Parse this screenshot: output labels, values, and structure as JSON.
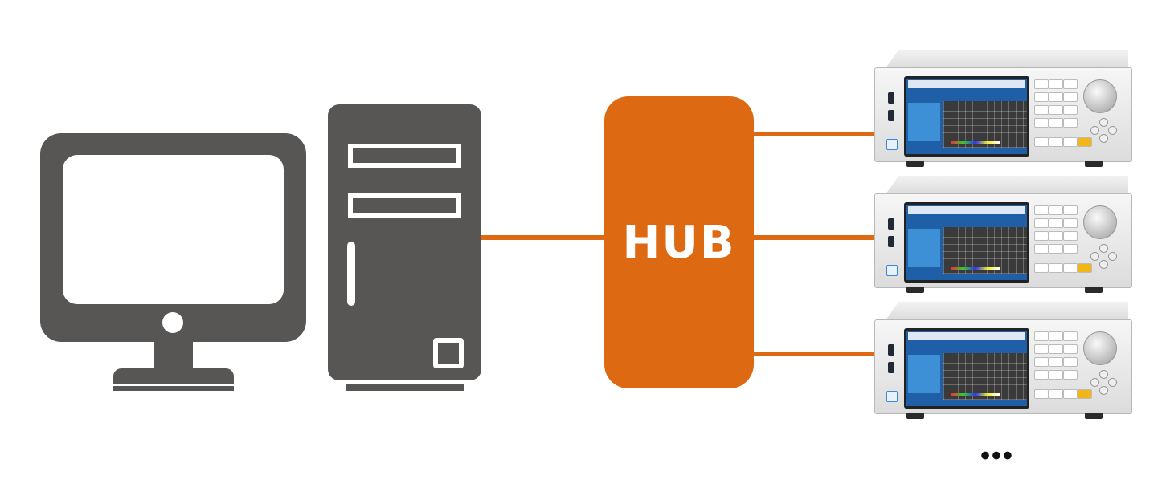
{
  "diagram": {
    "hub_label": "HUB",
    "ellipsis": "•••",
    "colors": {
      "device_gray": "#575655",
      "hub_orange": "#dd6a12",
      "cable_orange": "#dd6a12"
    },
    "nodes": [
      {
        "id": "monitor",
        "icon": "monitor-icon"
      },
      {
        "id": "pc-tower",
        "icon": "pc-tower-icon"
      },
      {
        "id": "hub",
        "label": "HUB"
      },
      {
        "id": "generator-1",
        "icon": "video-pattern-generator"
      },
      {
        "id": "generator-2",
        "icon": "video-pattern-generator"
      },
      {
        "id": "generator-3",
        "icon": "video-pattern-generator"
      }
    ],
    "edges": [
      {
        "from": "pc-tower",
        "to": "hub"
      },
      {
        "from": "hub",
        "to": "generator-1"
      },
      {
        "from": "hub",
        "to": "generator-2"
      },
      {
        "from": "hub",
        "to": "generator-3"
      }
    ]
  }
}
